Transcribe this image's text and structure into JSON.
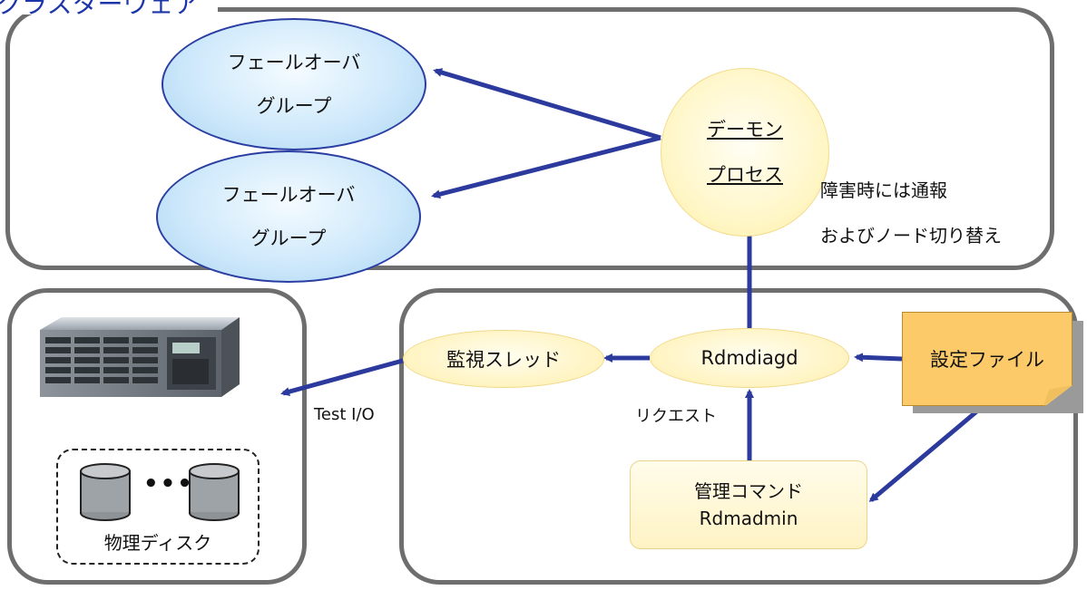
{
  "cluster_title": "クラスターウェア",
  "failover_groups": [
    {
      "line1": "フェールオーバ",
      "line2": "グループ"
    },
    {
      "line1": "フェールオーバ",
      "line2": "グループ"
    }
  ],
  "daemon": {
    "line1": "デーモン",
    "line2": "プロセス"
  },
  "notes": {
    "line1": "障害時には通報",
    "line2": "およびノード切り替え"
  },
  "watch_thread": "監視スレッド",
  "rdmdiagd": "Rdmdiagd",
  "config_file": "設定ファイル",
  "admin_command": {
    "line1": "管理コマンド",
    "line2": "Rdmadmin"
  },
  "labels": {
    "test_io": "Test I/O",
    "request": "リクエスト"
  },
  "disk": {
    "caption": "物理ディスク",
    "dots": "•••"
  },
  "colors": {
    "arrow": "#2b3a9c",
    "panel_border": "#6e6e6e",
    "title": "#1c35a8"
  }
}
